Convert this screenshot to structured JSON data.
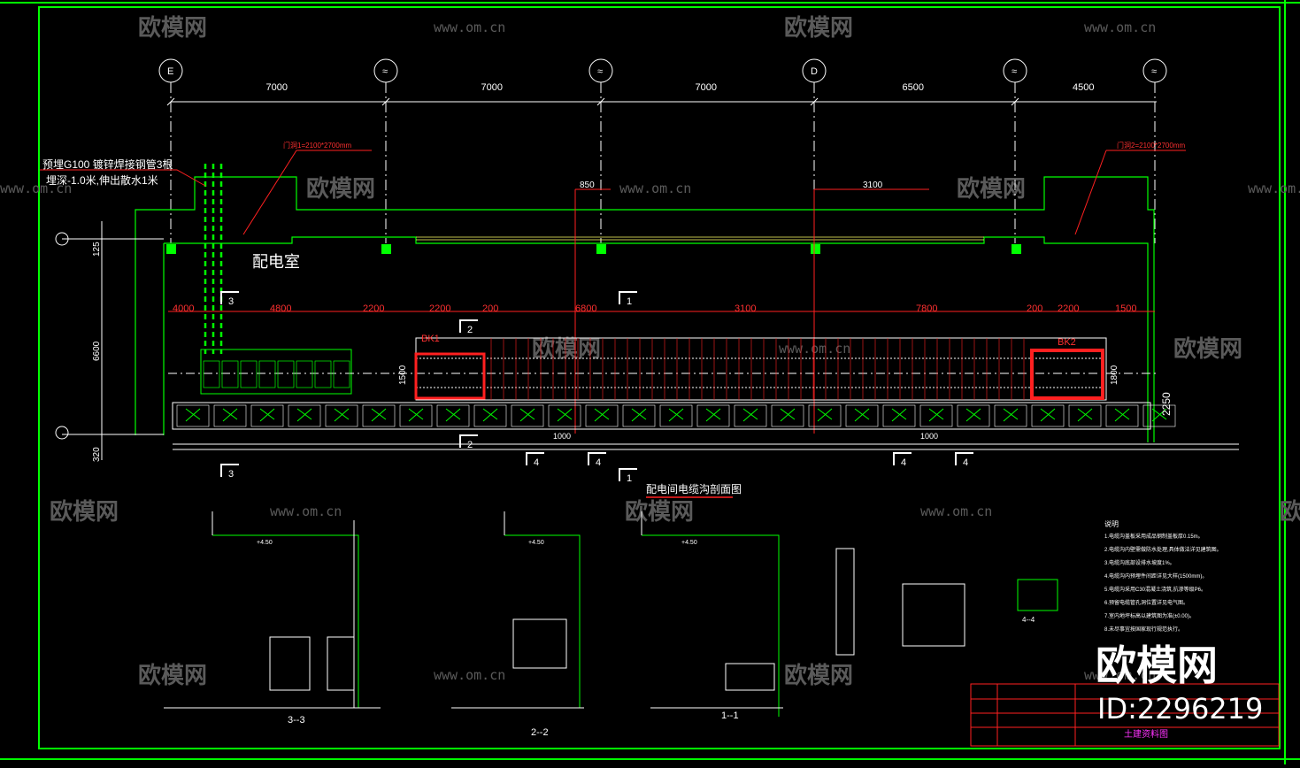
{
  "axes": [
    {
      "label": "E"
    },
    {
      "label": "≈"
    },
    {
      "label": "≈"
    },
    {
      "label": "D"
    },
    {
      "label": "≈"
    },
    {
      "label": "≈"
    }
  ],
  "top_dims": [
    "7000",
    "7000",
    "7000",
    "6500",
    "4500"
  ],
  "room_label": "配电室",
  "note_left": "预埋G100 镀锌焊接钢管3根",
  "note_left2": "埋深-1.0米,伸出散水1米",
  "door_note_left": "门洞1=2100*2700mm",
  "door_note_right": "门洞2=2100*2700mm",
  "dim_850": "850",
  "dim_3100_top": "3100",
  "row_dims": [
    "4000",
    "4800",
    "2200",
    "2200",
    "200",
    "6800",
    "3100",
    "7800",
    "200",
    "2200",
    "1500"
  ],
  "left_dims": [
    "125",
    "6600",
    "320"
  ],
  "right_dim": "2250",
  "right_dim2": "1800",
  "left_dim2": "1500",
  "bk1": "BK1",
  "bk2": "BK2",
  "section_marks": [
    "3",
    "3",
    "1",
    "1",
    "2",
    "2",
    "4",
    "4",
    "4",
    "4"
  ],
  "small_dims": [
    "1000",
    "1000"
  ],
  "drawing_title": "配电间电缆沟剖面图",
  "section_titles": [
    "3--3",
    "2--2",
    "1--1",
    "4--4"
  ],
  "elev_labels": [
    "+4.50",
    "+4.50",
    "+4.50"
  ],
  "notes_title": "说明",
  "notes": [
    "1.电缆沟盖板采用成品钢制盖板厚0.15m。",
    "2.电缆沟内壁需做防水处理,具体做法详见建筑图。",
    "3.电缆沟底部设排水坡度1%。",
    "4.电缆沟内预埋件间距详见大样(1500mm)。",
    "5.电缆沟采用C30混凝土浇筑,抗渗等级P6。",
    "6.预留电缆管孔洞位置详见电气图。",
    "7.室内地坪标高以建筑图为准(±0.00)。",
    "8.未尽事宜按国家现行规范执行。"
  ],
  "title_block": "土建资料图",
  "brand_big": "欧模网",
  "brand_id": "ID:2296219",
  "watermark_text": "欧模网",
  "watermark_url": "www.om.cn",
  "colors": {
    "green": "#00ff00",
    "red": "#ff2020",
    "white": "#ffffff",
    "magenta": "#ff33ff",
    "yellow": "#ffff66"
  }
}
